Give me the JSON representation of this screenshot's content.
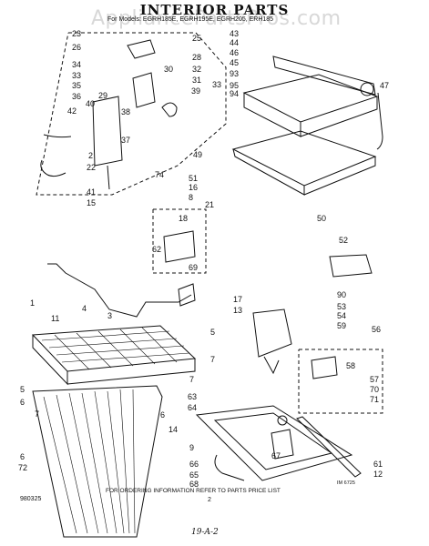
{
  "header": {
    "title": "INTERIOR PARTS",
    "subtitle": "For Models: EGRH185E, EGRH195E, EGRH205, ERH185",
    "watermark": "AppliancePartsPros.com"
  },
  "callouts": [
    {
      "label": "23"
    },
    {
      "label": "26"
    },
    {
      "label": "34"
    },
    {
      "label": "33"
    },
    {
      "label": "35"
    },
    {
      "label": "36"
    },
    {
      "label": "29"
    },
    {
      "label": "40"
    },
    {
      "label": "42"
    },
    {
      "label": "38"
    },
    {
      "label": "37"
    },
    {
      "label": "2"
    },
    {
      "label": "22"
    },
    {
      "label": "41"
    },
    {
      "label": "15"
    },
    {
      "label": "25"
    },
    {
      "label": "28"
    },
    {
      "label": "30"
    },
    {
      "label": "32"
    },
    {
      "label": "31"
    },
    {
      "label": "39"
    },
    {
      "label": "33"
    },
    {
      "label": "74"
    },
    {
      "label": "43"
    },
    {
      "label": "44"
    },
    {
      "label": "46"
    },
    {
      "label": "45"
    },
    {
      "label": "93"
    },
    {
      "label": "95"
    },
    {
      "label": "94"
    },
    {
      "label": "47"
    },
    {
      "label": "49"
    },
    {
      "label": "51"
    },
    {
      "label": "16"
    },
    {
      "label": "8"
    },
    {
      "label": "21"
    },
    {
      "label": "18"
    },
    {
      "label": "62"
    },
    {
      "label": "69"
    },
    {
      "label": "50"
    },
    {
      "label": "52"
    },
    {
      "label": "90"
    },
    {
      "label": "53"
    },
    {
      "label": "54"
    },
    {
      "label": "59"
    },
    {
      "label": "56"
    },
    {
      "label": "58"
    },
    {
      "label": "57"
    },
    {
      "label": "70"
    },
    {
      "label": "71"
    },
    {
      "label": "17"
    },
    {
      "label": "13"
    },
    {
      "label": "1"
    },
    {
      "label": "11"
    },
    {
      "label": "4"
    },
    {
      "label": "3"
    },
    {
      "label": "5"
    },
    {
      "label": "7"
    },
    {
      "label": "5"
    },
    {
      "label": "6"
    },
    {
      "label": "7"
    },
    {
      "label": "6"
    },
    {
      "label": "14"
    },
    {
      "label": "7"
    },
    {
      "label": "63"
    },
    {
      "label": "64"
    },
    {
      "label": "9"
    },
    {
      "label": "66"
    },
    {
      "label": "65"
    },
    {
      "label": "68"
    },
    {
      "label": "67"
    },
    {
      "label": "61"
    },
    {
      "label": "12"
    },
    {
      "label": "6"
    },
    {
      "label": "72"
    }
  ],
  "footer": {
    "note": "FOR ORDERING INFORMATION REFER TO PARTS PRICE LIST",
    "code_left": "980325",
    "page": "2",
    "code_right": "IM 6725",
    "handwritten": "19-A-2"
  }
}
